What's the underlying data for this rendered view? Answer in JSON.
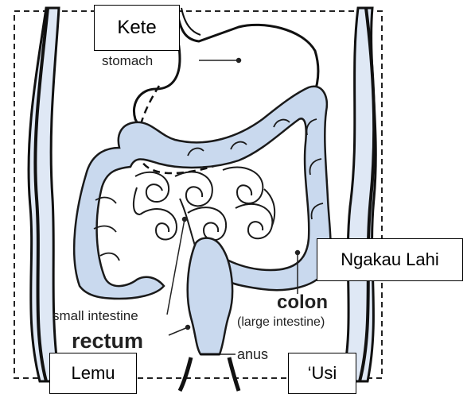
{
  "overlay_labels": {
    "kete": "Kete",
    "ngakau_lahi": "Ngakau Lahi",
    "lemu": "Lemu",
    "usi": "‘Usi"
  },
  "diagram_labels": {
    "stomach": "stomach",
    "small_intestine": "small intestine",
    "rectum": "rectum",
    "anus": "anus",
    "colon": "colon",
    "large_intestine": "(large intestine)"
  },
  "colors": {
    "organ_fill": "#c9d9ee",
    "organ_stroke": "#1a1a1a",
    "body_fill": "#dfe8f5"
  }
}
